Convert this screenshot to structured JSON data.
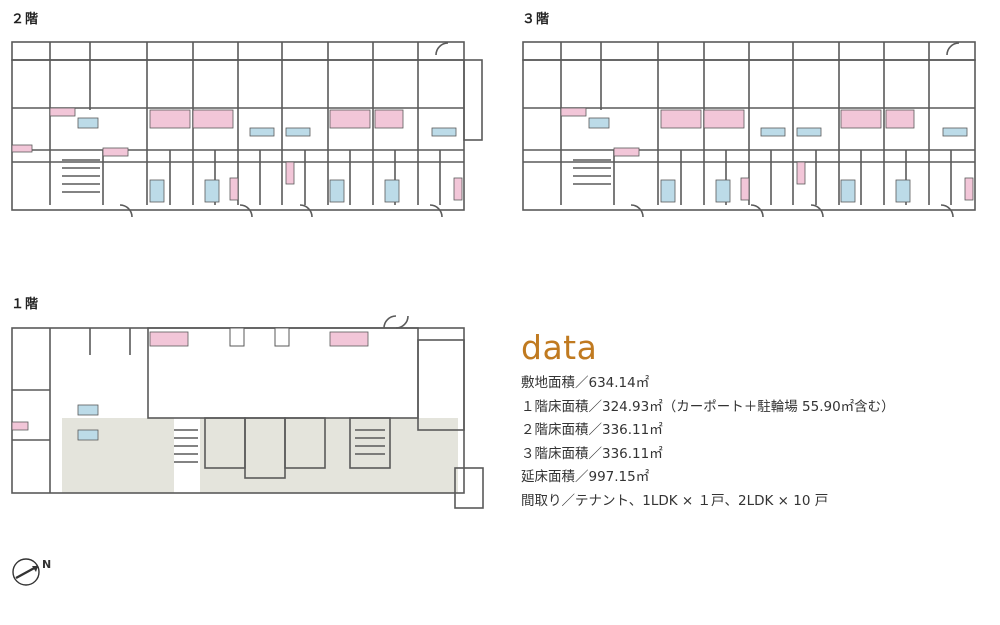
{
  "floors": {
    "floor2": {
      "label": "２階"
    },
    "floor3": {
      "label": "３階"
    },
    "floor1": {
      "label": "１階"
    }
  },
  "data_section": {
    "title": "data",
    "items": [
      "敷地面積／634.14㎡",
      "１階床面積／324.93㎡（カーポート＋駐輪場 55.90㎡含む）",
      "２階床面積／336.11㎡",
      "３階床面積／336.11㎡",
      "延床面積／997.15㎡",
      "間取り／テナント、1LDK × １戸、2LDK × 10 戸"
    ]
  },
  "compass": {
    "label": "N",
    "icon": "north-arrow-icon"
  },
  "colors": {
    "wall": "#5a5a5a",
    "pink_fixture": "#f2c6d8",
    "blue_fixture": "#bcdbe8",
    "parking_floor": "#e4e4dc",
    "accent_title": "#c07a20"
  }
}
